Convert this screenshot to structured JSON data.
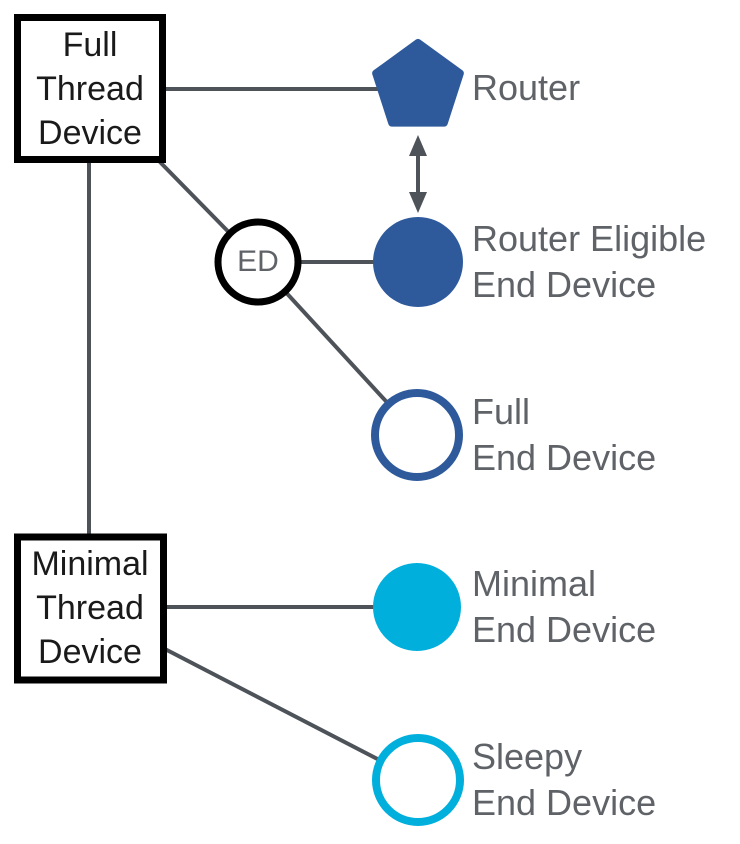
{
  "colors": {
    "blue": "#2e5a9c",
    "cyan": "#00afdc",
    "line": "#4d5359",
    "label_text": "#5f6368",
    "box_text": "#1a1a1a",
    "box_border": "#000000",
    "shape_fill_white": "#ffffff"
  },
  "boxes": {
    "full_thread_device": {
      "label": "Full\nThread\nDevice"
    },
    "minimal_thread_device": {
      "label": "Minimal\nThread\nDevice"
    }
  },
  "ed_badge": {
    "label": "ED"
  },
  "nodes": {
    "router": {
      "label": "Router",
      "shape": "pentagon-filled"
    },
    "router_eligible_end_device": {
      "label": "Router Eligible\nEnd Device",
      "shape": "circle-filled-blue"
    },
    "full_end_device": {
      "label": "Full\nEnd Device",
      "shape": "circle-outline-blue"
    },
    "minimal_end_device": {
      "label": "Minimal\nEnd Device",
      "shape": "circle-filled-cyan"
    },
    "sleepy_end_device": {
      "label": "Sleepy\nEnd Device",
      "shape": "circle-outline-cyan"
    }
  }
}
